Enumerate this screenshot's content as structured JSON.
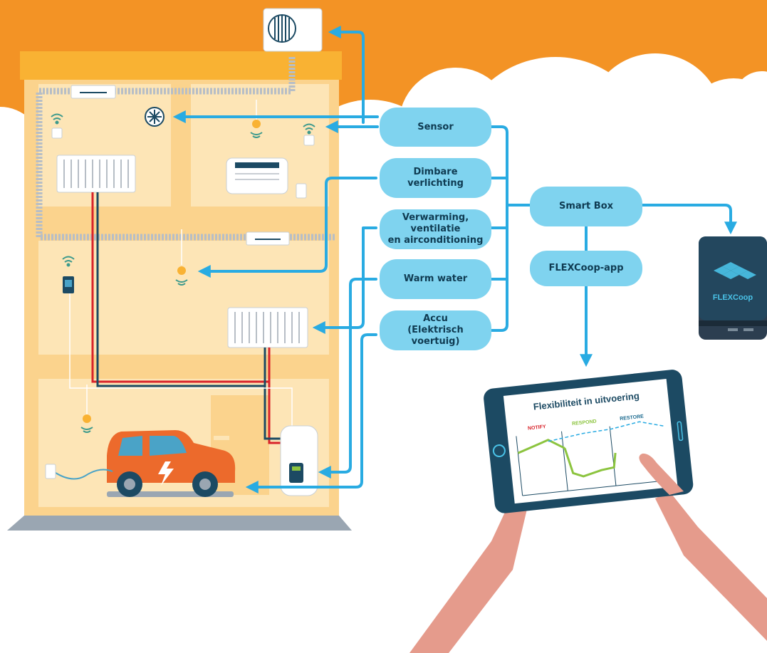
{
  "labels": {
    "sensor": "Sensor",
    "lighting": "Dimbare verlichting",
    "hvac": "Verwarming, ventilatie\nen airconditioning",
    "warm_water": "Warm water",
    "battery": "Accu\n(Elektrisch voertuig)",
    "smart_box": "Smart Box",
    "app": "FLEXCoop-app"
  },
  "device": {
    "brand": "FLEXCoop"
  },
  "tablet": {
    "title": "Flexibiliteit in uitvoering",
    "phases": [
      "NOTIFY",
      "RESPOND",
      "RESTORE"
    ]
  },
  "colors": {
    "sky": "#f39325",
    "connector": "#29abe2",
    "pill": "#7fd3ef",
    "pill_text": "#0f3b52",
    "house_wall": "#fbd38d",
    "roof": "#f9b233",
    "car": "#ec6a2c",
    "chart_line": "#8cc43f",
    "notify": "#d8232a",
    "respond": "#8cc43f",
    "restore": "#1b6a8f"
  }
}
